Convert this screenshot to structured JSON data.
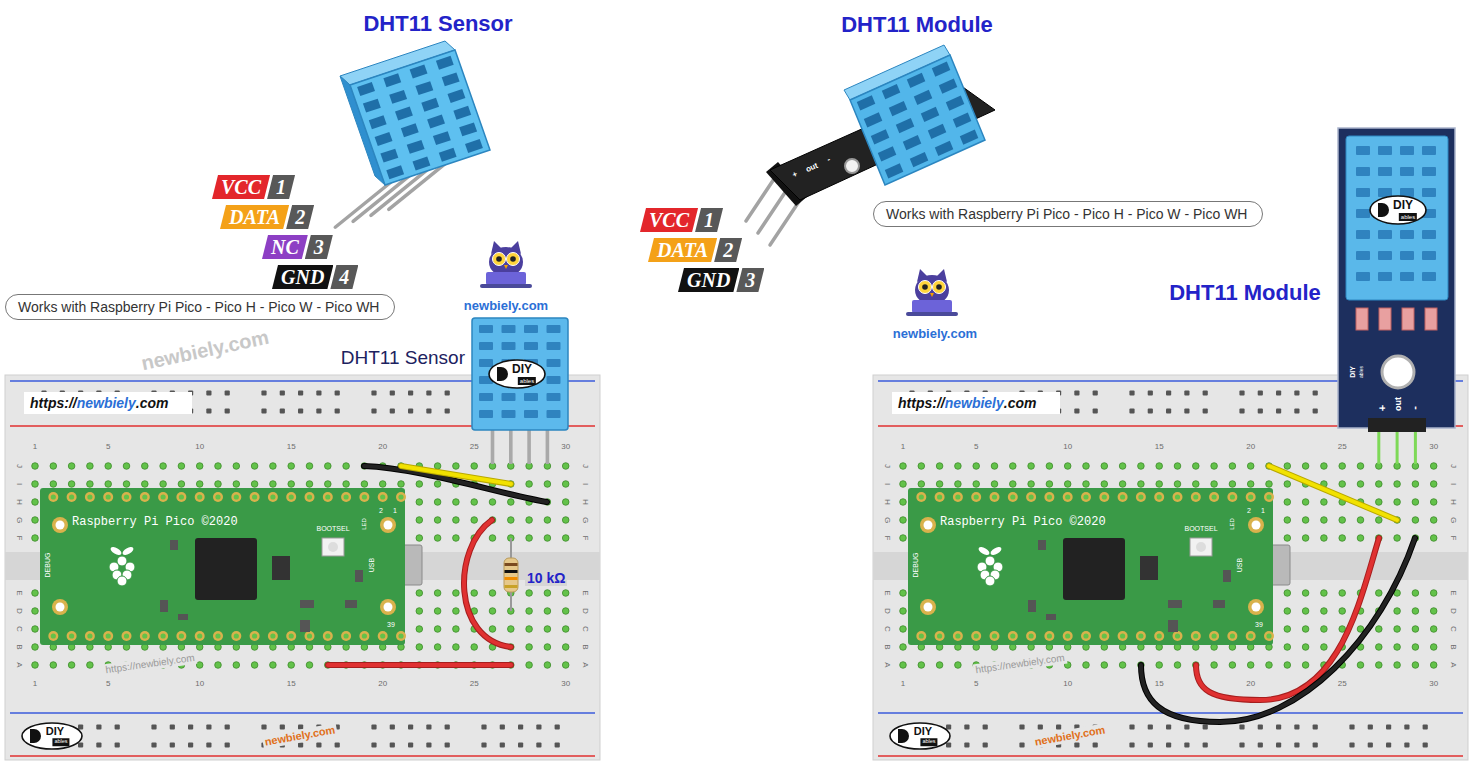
{
  "diagram": {
    "nodes": [
      {
        "text": [
          "VCC",
          "1"
        ]
      },
      {
        "text": [
          "DATA",
          "2"
        ]
      },
      {
        "text": [
          "NC",
          "3"
        ]
      },
      {
        "text": [
          "GND",
          "4"
        ]
      },
      {
        "text": [
          "Works with Raspberry Pi Pico - Pico H - Pico W - Pico WH"
        ]
      },
      {
        "text": [
          "VCC",
          "1"
        ]
      },
      {
        "text": [
          "DATA",
          "2"
        ]
      },
      {
        "text": [
          "GND",
          "3"
        ]
      },
      {
        "text": [
          "Works with Raspberry Pi Pico - Pico H - Pico W - Pico WH"
        ]
      }
    ],
    "labels": [
      "DHT11 Sensor",
      "DHT11 Module",
      "DHT11 Module",
      "DHT11 Sensor",
      "newbiely.com",
      "newbiely.com",
      "10 kΩ",
      "https://",
      "newbiely",
      ".com",
      "1",
      "5",
      "10",
      "15",
      "20",
      "25",
      "30",
      "1",
      "5",
      "10",
      "15",
      "20",
      "25",
      "30",
      "J",
      "I",
      "H",
      "G",
      "F",
      "E",
      "D",
      "C",
      "B",
      "A",
      "J",
      "I",
      "H",
      "G",
      "F",
      "E",
      "D",
      "C",
      "B",
      "A",
      "DIY",
      "ables",
      "Raspberry Pi Pico ©2020",
      "BOOTSEL",
      "LED",
      "USB",
      "DEBUG",
      "1",
      "2",
      "39",
      "DIY",
      "ables",
      "https://",
      "newbiely",
      ".com",
      "1",
      "5",
      "10",
      "15",
      "20",
      "25",
      "30",
      "1",
      "5",
      "10",
      "15",
      "20",
      "25",
      "30",
      "J",
      "I",
      "H",
      "G",
      "F",
      "E",
      "D",
      "C",
      "B",
      "A",
      "J",
      "I",
      "H",
      "G",
      "F",
      "E",
      "D",
      "C",
      "B",
      "A",
      "DIY",
      "ables",
      "Raspberry Pi Pico ©2020",
      "BOOTSEL",
      "LED",
      "USB",
      "DEBUG",
      "1",
      "2",
      "39",
      "DIY",
      "ables",
      "+",
      "out",
      "-",
      "DIY",
      "ables",
      "+",
      "out",
      "-",
      "newbiely.com",
      "https://newbiely.com",
      "newbiely.com",
      "https://newbiely.com",
      "newbiely.com"
    ]
  }
}
